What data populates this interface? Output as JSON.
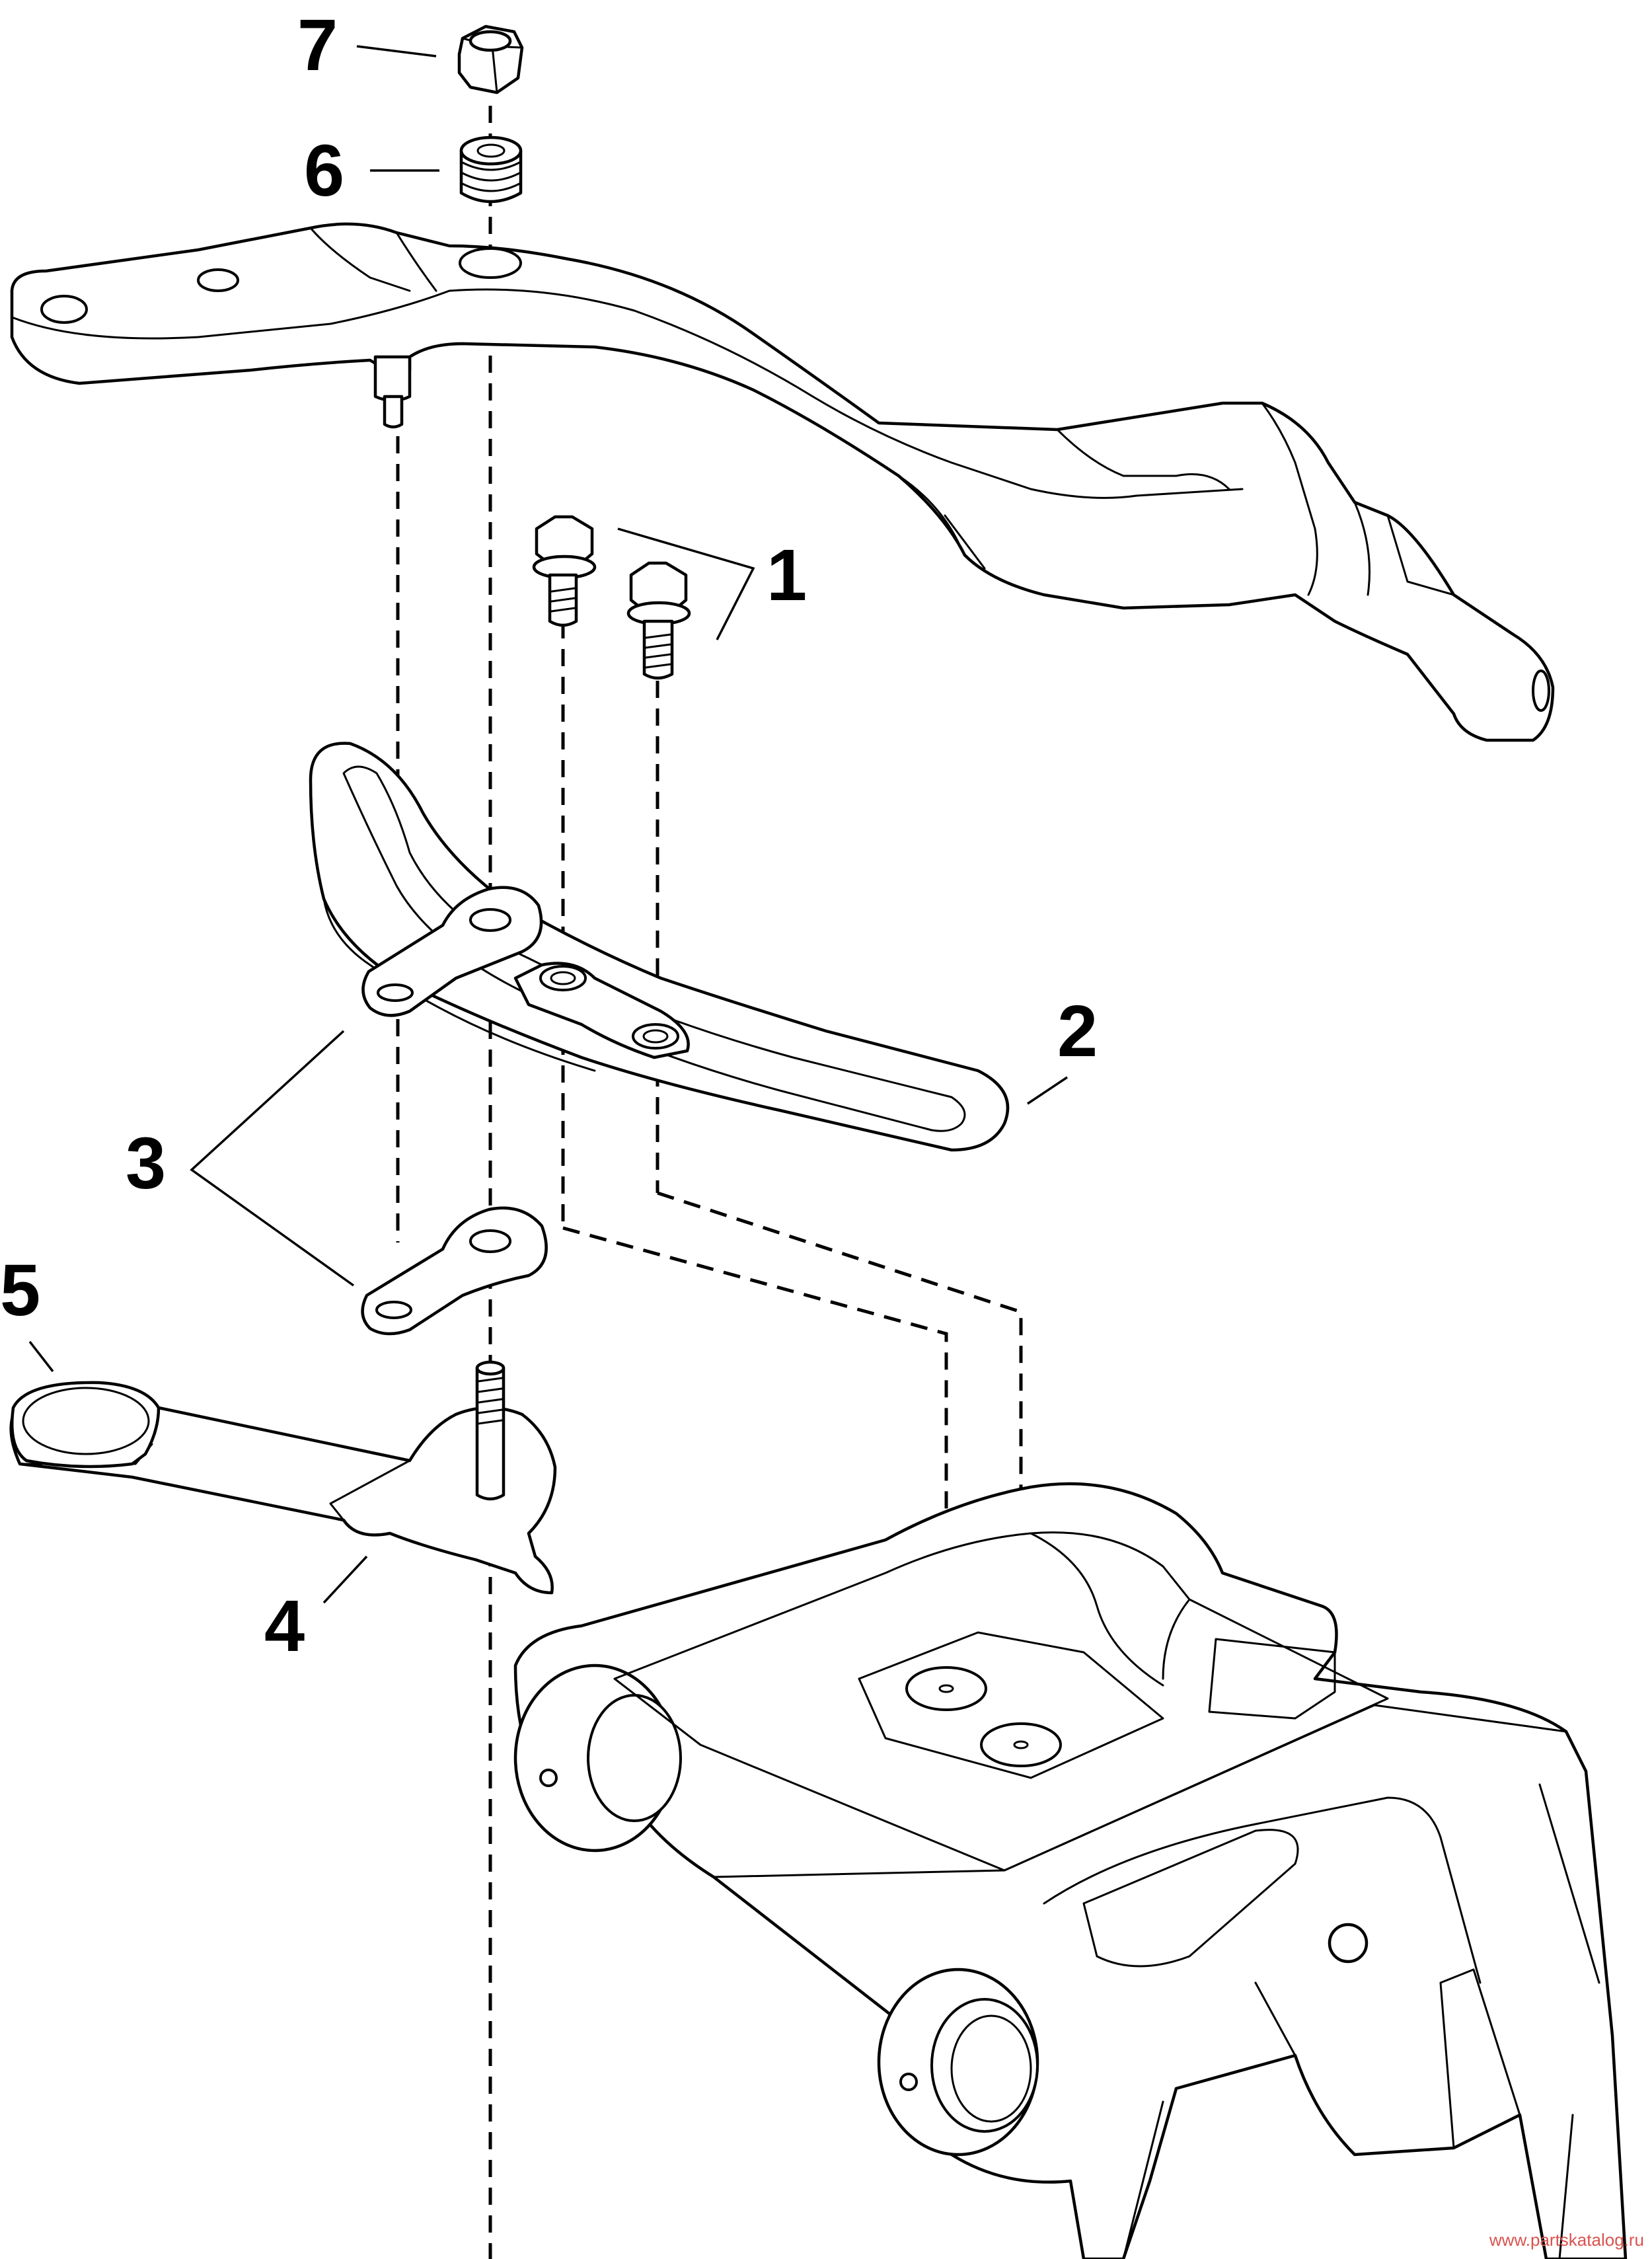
{
  "callouts": [
    {
      "id": "1",
      "text": "1"
    },
    {
      "id": "2",
      "text": "2"
    },
    {
      "id": "3",
      "text": "3"
    },
    {
      "id": "4",
      "text": "4"
    },
    {
      "id": "5",
      "text": "5"
    },
    {
      "id": "6",
      "text": "6"
    },
    {
      "id": "7",
      "text": "7"
    }
  ],
  "watermark": {
    "text": "www.partskatalog.ru",
    "color": "#d9534f"
  },
  "colors": {
    "line": "#000000",
    "background": "#ffffff"
  }
}
